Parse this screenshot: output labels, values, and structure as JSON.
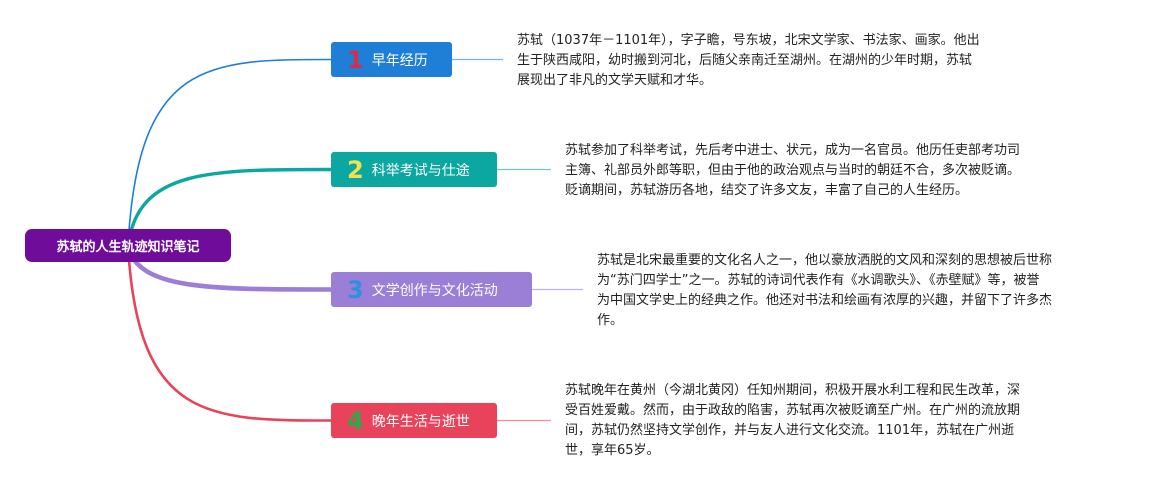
{
  "root": {
    "label": "苏轼的人生轨迹知识笔记",
    "color": "#6f0c9a"
  },
  "branches": [
    {
      "number": "1",
      "label": "早年经历",
      "color": "#1f7fd6",
      "number_color": "#d32f4a",
      "line_color": "#1f7fd6",
      "desc_lines": [
        "苏轼（1037年－1101年），字子瞻，号东坡，北宋文学家、书法家、画家。他出",
        "生于陕西咸阳，幼时搬到河北，后随父亲南迁至湖州。在湖州的少年时期，苏轼",
        "展现出了非凡的文学天赋和才华。"
      ]
    },
    {
      "number": "2",
      "label": "科举考试与仕途",
      "color": "#0ba7a0",
      "number_color": "#f4e04d",
      "line_color": "#0ba7a0",
      "desc_lines": [
        "苏轼参加了科举考试，先后考中进士、状元，成为一名官员。他历任吏部考功司",
        "主簿、礼部员外郎等职，但由于他的政治观点与当时的朝廷不合，多次被贬谪。",
        "贬谪期间，苏轼游历各地，结交了许多文友，丰富了自己的人生经历。"
      ]
    },
    {
      "number": "3",
      "label": "文学创作与文化活动",
      "color": "#9b7fd6",
      "number_color": "#2f8fe0",
      "line_color": "#9b7fd6",
      "desc_lines": [
        "苏轼是北宋最重要的文化名人之一，他以豪放洒脱的文风和深刻的思想被后世称",
        "为“苏门四学士”之一。苏轼的诗词代表作有《水调歌头》、《赤壁赋》等，被誉",
        "为中国文学史上的经典之作。他还对书法和绘画有浓厚的兴趣，并留下了许多杰",
        "作。"
      ]
    },
    {
      "number": "4",
      "label": "晚年生活与逝世",
      "color": "#e8435a",
      "number_color": "#2fa84a",
      "line_color": "#e8435a",
      "desc_lines": [
        "苏轼晚年在黄州（今湖北黄冈）任知州期间，积极开展水利工程和民生改革，深",
        "受百姓爱戴。然而，由于政敌的陷害，苏轼再次被贬谪至广州。在广州的流放期",
        "间，苏轼仍然坚持文学创作，并与友人进行文化交流。1101年，苏轼在广州逝",
        "世，享年65岁。"
      ]
    }
  ]
}
